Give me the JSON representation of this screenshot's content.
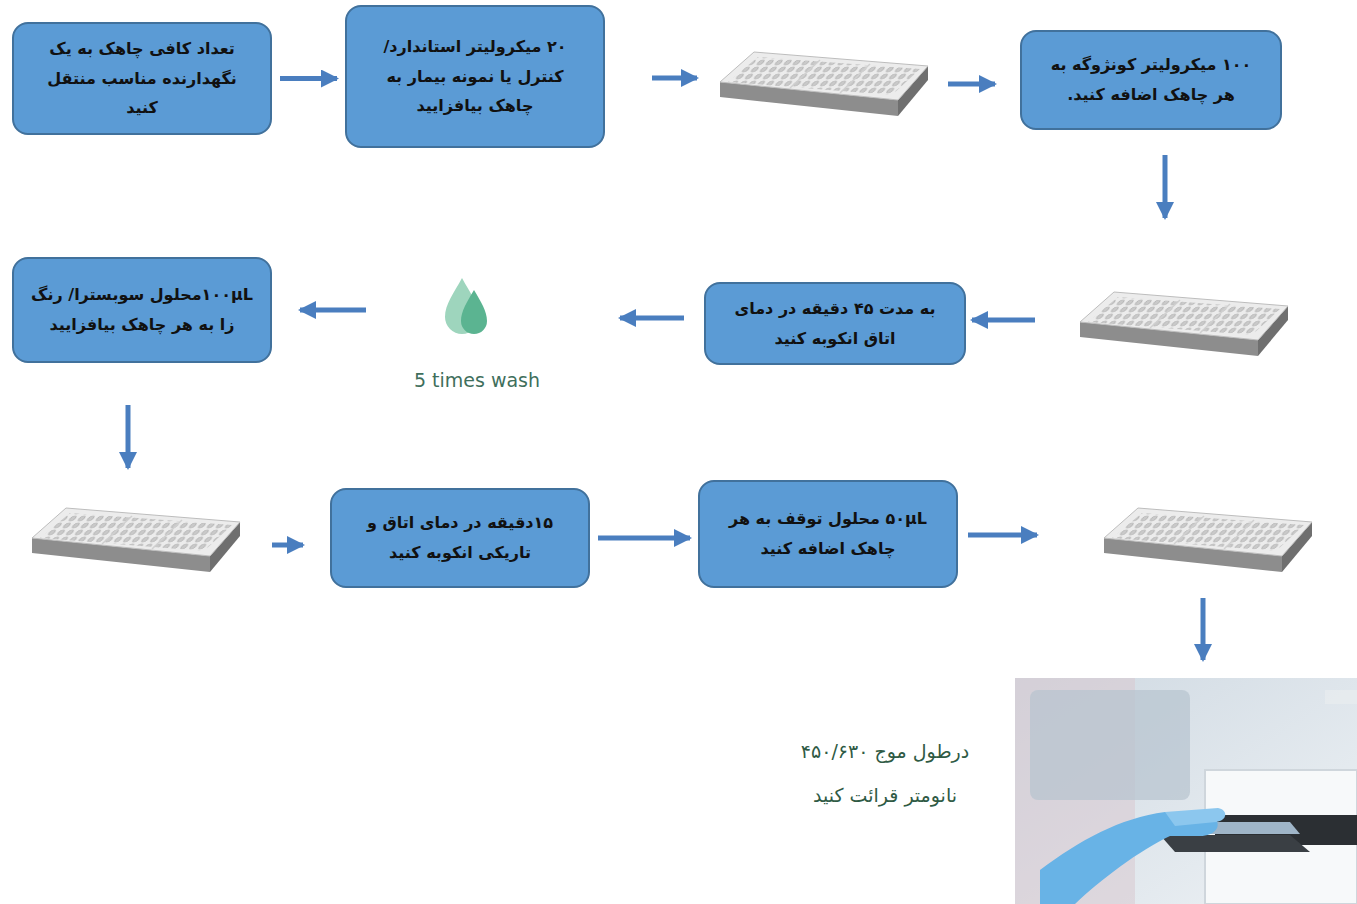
{
  "diagram": {
    "nodes": [
      {
        "text": [
          "تعداد کافی چاهک به یک نگهدارنده مناسب منتقل کنید"
        ]
      },
      {
        "text": [
          "۲۰ میکرولیتر استاندارد/ کنترل یا نمونه بیمار به چاهک بیافزایید"
        ]
      },
      {
        "text": [
          "۱۰۰ میکرولیتر کونژوگه به هر چاهک اضافه کنید."
        ]
      },
      {
        "text": [
          "به مدت ۴۵ دقیقه در دمای اتاق انکوبه کنید"
        ]
      },
      {
        "text": [
          "۱۰۰µLمحلول سوبسترا/ رنگ زا به هر چاهک بیافزایید"
        ]
      },
      {
        "text": [
          "۱۵دقیقه در دمای اتاق و تاریکی انکوبه کنید"
        ]
      },
      {
        "text": [
          "۵۰µL محلول توقف به هر چاهک اضافه کنید"
        ]
      }
    ],
    "edges": [
      {
        "from": 0,
        "to": 1,
        "arrow": "to"
      },
      {
        "from": 5,
        "to": 6,
        "arrow": "to"
      }
    ],
    "labels": [
      "5 times wash",
      "درطول موج ۴۵۰/۶۳۰ نانومتر قرائت کنید"
    ]
  }
}
